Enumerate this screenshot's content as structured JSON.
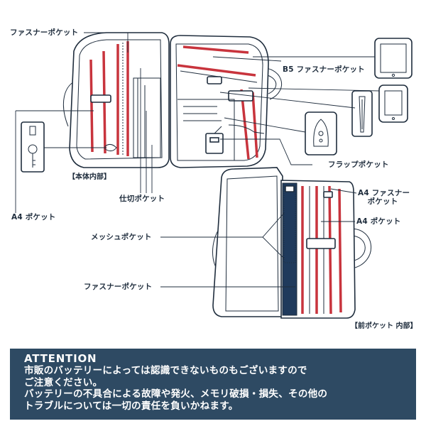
{
  "labels": {
    "zipper_pocket_top": "ファスナーポケット",
    "b5_zipper_pocket": "B5 ファスナーポケット",
    "flap_pocket": "フラップポケット",
    "body_inner": "【本体内部】",
    "divider_pocket": "仕切ポケット",
    "a4_pocket_left": "A4 ポケット",
    "a4_zipper_pocket_line1": "A4 ファスナー",
    "a4_zipper_pocket_line2": "ポケット",
    "a4_pocket_right": "A4 ポケット",
    "mesh_pocket": "メッシュポケット",
    "zipper_pocket_bottom": "ファスナーポケット",
    "front_pocket_inner": "【前ポケット 内部】"
  },
  "attention": {
    "title": "ATTENTION",
    "line1": "市販のバッテリーによっては認識できないものもございますので",
    "line2": "ご注意ください。",
    "line3": "バッテリーの不具合による故障や発火、メモリ破損・損失、その他の",
    "line4": "トラブルについては一切の責任を負いかねます。"
  },
  "icons": [
    "tablet-icon",
    "smartphone-icon",
    "pen-icon",
    "mouse-icon",
    "keys-icon"
  ],
  "colors": {
    "line": "#1f2d3d",
    "zipper_red": "#c8343d",
    "navy": "#1f3a5c",
    "attention_bg": "#2e4a63"
  }
}
